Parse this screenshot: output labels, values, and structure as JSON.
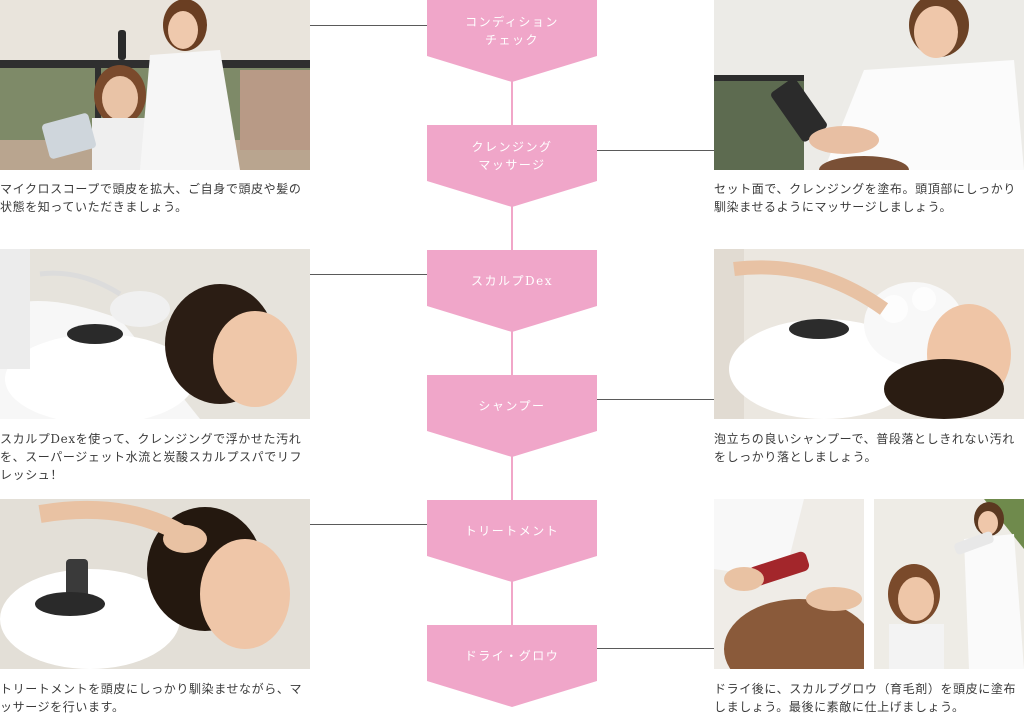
{
  "steps": [
    {
      "label": "コンディション\nチェック"
    },
    {
      "label": "クレンジング\nマッサージ"
    },
    {
      "label": "スカルプDex"
    },
    {
      "label": "シャンプー"
    },
    {
      "label": "トリートメント"
    },
    {
      "label": "ドライ・グロウ"
    }
  ],
  "captions": {
    "condition_check": "マイクロスコープで頭皮を拡大、ご自身で頭皮や髪の状態を知っていただきましょう。",
    "cleansing_massage": "セット面で、クレンジングを塗布。頭頂部にしっかり馴染ませるようにマッサージしましょう。",
    "scalp_dex": "スカルプDexを使って、クレンジングで浮かせた汚れを、スーパージェット水流と炭酸スカルプスパでリフレッシュ！",
    "shampoo": "泡立ちの良いシャンプーで、普段落としきれない汚れをしっかり落としましょう。",
    "treatment": "トリートメントを頭皮にしっかり馴染ませながら、マッサージを行います。",
    "dry_glow": "ドライ後に、スカルプグロウ（育毛剤）を頭皮に塗布しましょう。最後に素敵に仕上げましょう。"
  },
  "colors": {
    "step_pink": "#f0a6c9",
    "stem_pink": "#f1a6c8",
    "connector": "#5a5a5a",
    "caption_text": "#3a3a3a"
  }
}
